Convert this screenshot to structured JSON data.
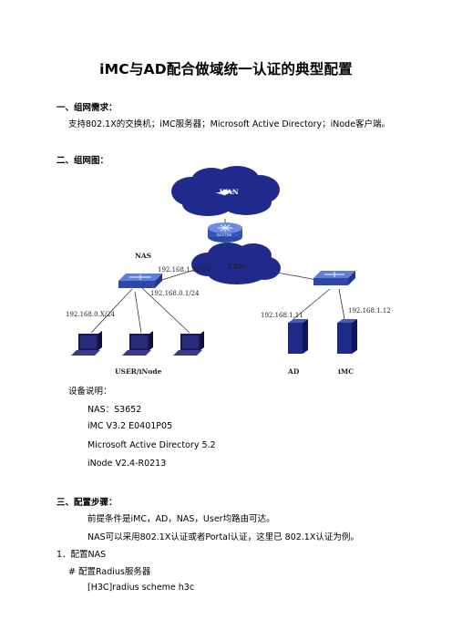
{
  "doc": {
    "title": "iMC与AD配合做域统一认证的典型配置",
    "s1_heading": "一、组网需求：",
    "s1_text": "支持802.1X的交换机；iMC服务器；Microsoft Active Directory；iNode客户端。",
    "s2_heading": "二、组网图：",
    "device_intro": "设备说明：",
    "devices": [
      "NAS：S3652",
      "iMC V3.2 E0401P05",
      "Microsoft Active Directory 5.2",
      "iNode V2.4-R0213"
    ],
    "s3_heading": "三、配置步骤：",
    "s3_line1": "前提条件是iMC，AD，NAS，User均路由可达。",
    "s3_line2": "NAS可以采用802.1X认证或者Portal认证，这里已 802.1X认证为例。",
    "step1": "1．配置NAS",
    "step1_comment": "# 配置Radius服务器",
    "step1_cmd": "[H3C]radius scheme h3c"
  },
  "diagram": {
    "wan": "WAN",
    "lan": "LAN",
    "router_label": "ROUTER",
    "nas": "NAS",
    "ip_nas_uplink": "192.168.1.99/24",
    "ip_nas_down": "192.168.0.1/24",
    "ip_users": "192.168.0.X/24",
    "ip_ad": "192.168.1.11",
    "ip_imc": "192.168.1.12",
    "label_users": "USER/iNode",
    "label_ad": "AD",
    "label_imc": "iMC"
  },
  "colors": {
    "cloud": "#1f2a8c",
    "switch_top": "#4d6fd6",
    "server": "#1d2a86",
    "pc": "#1a1a5a"
  }
}
